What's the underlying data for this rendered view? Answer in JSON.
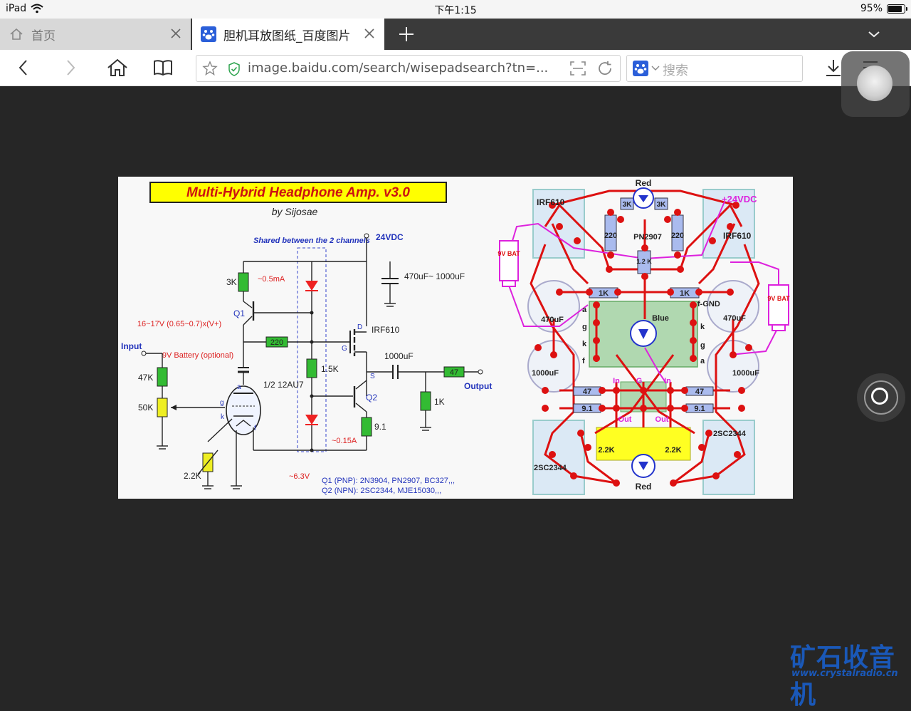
{
  "status": {
    "device": "iPad",
    "time": "下午1:15",
    "battery": "95%",
    "battery_level": 0.95
  },
  "tabs": [
    {
      "title": "首页",
      "active": false
    },
    {
      "title": "胆机耳放图纸_百度图片",
      "active": true
    }
  ],
  "address": {
    "url": "image.baidu.com/search/wisepadsearch?tn=..."
  },
  "search": {
    "placeholder": "搜索"
  },
  "diagram": {
    "title": "Multi-Hybrid Headphone Amp. v3.0",
    "author": "by Sijosae",
    "shared_note": "Shared between the 2 channels",
    "supply": "24VDC",
    "cap_main": "470uF~ 1000uF",
    "r_3k": "3K",
    "current_05": "~0.5mA",
    "q1": "Q1",
    "bias_note": "16~17V (0.65~0.7)x(V+)",
    "battery_note": "9V Battery (optional)",
    "input": "Input",
    "r_47k": "47K",
    "pot_50k": "50K",
    "r_220": "220",
    "mosfet": "IRF610",
    "r_15k": "1.5K",
    "q2": "Q2",
    "cap_out": "1000uF",
    "r_47": "47",
    "output": "Output",
    "r_1k": "1K",
    "r_91": "9.1",
    "current_015": "~0.15A",
    "tube": "1/2 12AU7",
    "r_22k": "2.2K",
    "heater_v": "~6.3V",
    "q1_parts": "Q1 (PNP):  2N3904,  PN2907,  BC327,,,",
    "q2_parts": "Q2 (NPN):  2SC2344,  MJE15030,,,",
    "board": {
      "red": "Red",
      "irf": "IRF610",
      "plus24": "+24VDC",
      "r3k": "3K",
      "r220": "220",
      "pn2907": "PN2907",
      "r12k": "1.2 K",
      "bat": "9V BAT",
      "r1k": "1K",
      "c470": "470uF",
      "fgnd": "f-GND",
      "blue": "Blue",
      "c1000": "1000uF",
      "pin_a": "a",
      "pin_g": "g",
      "pin_k": "k",
      "pin_f": "f",
      "in": "In",
      "g": "G",
      "out": "Out",
      "r47": "47",
      "r91": "9.1",
      "r22k": "2.2K",
      "sc2344": "2SC2344",
      "plus": "+"
    }
  },
  "watermark": {
    "cn": "矿石收音机",
    "url": "www.crystalradio.cn"
  }
}
